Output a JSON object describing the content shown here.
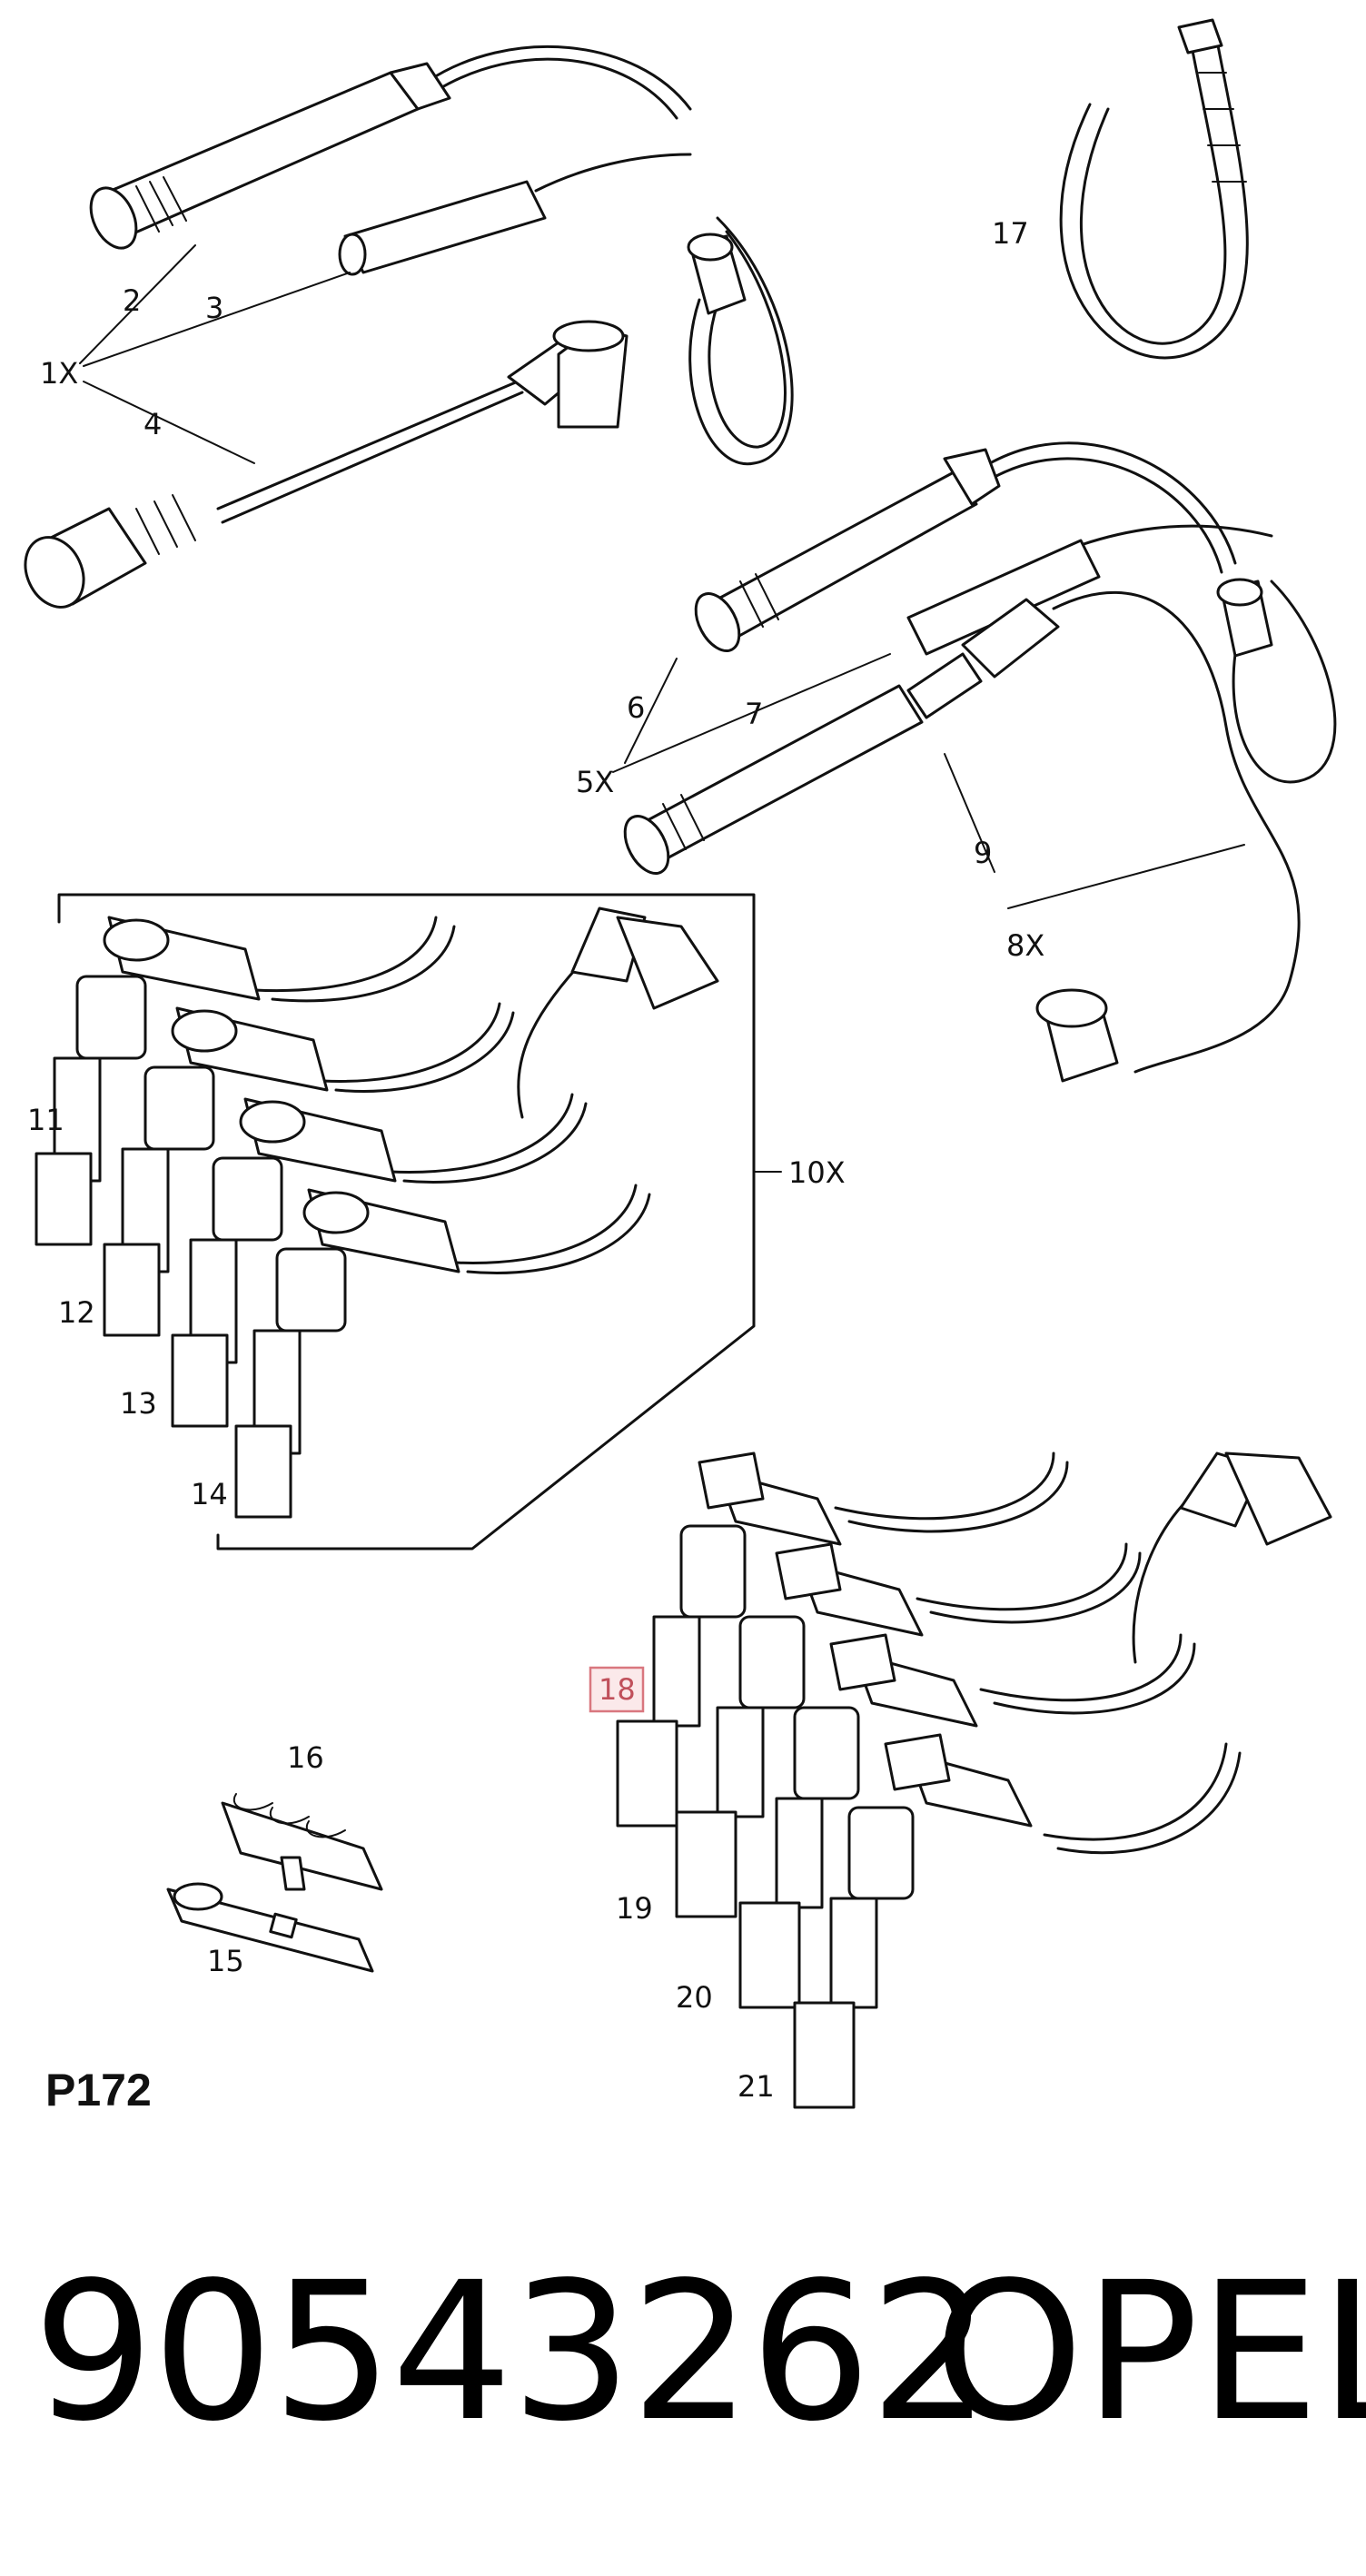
{
  "callouts": {
    "c1x": "1X",
    "c2": "2",
    "c3": "3",
    "c4": "4",
    "c5x": "5X",
    "c6": "6",
    "c7": "7",
    "c8x": "8X",
    "c9": "9",
    "c10x": "10X",
    "c11": "11",
    "c12": "12",
    "c13": "13",
    "c14": "14",
    "c15": "15",
    "c16": "16",
    "c17": "17",
    "c18": "18",
    "c19": "19",
    "c20": "20",
    "c21": "21"
  },
  "page_code": "P172",
  "part_number": "90543262",
  "brand": "OPEL",
  "highlight_color": "#d9777f"
}
